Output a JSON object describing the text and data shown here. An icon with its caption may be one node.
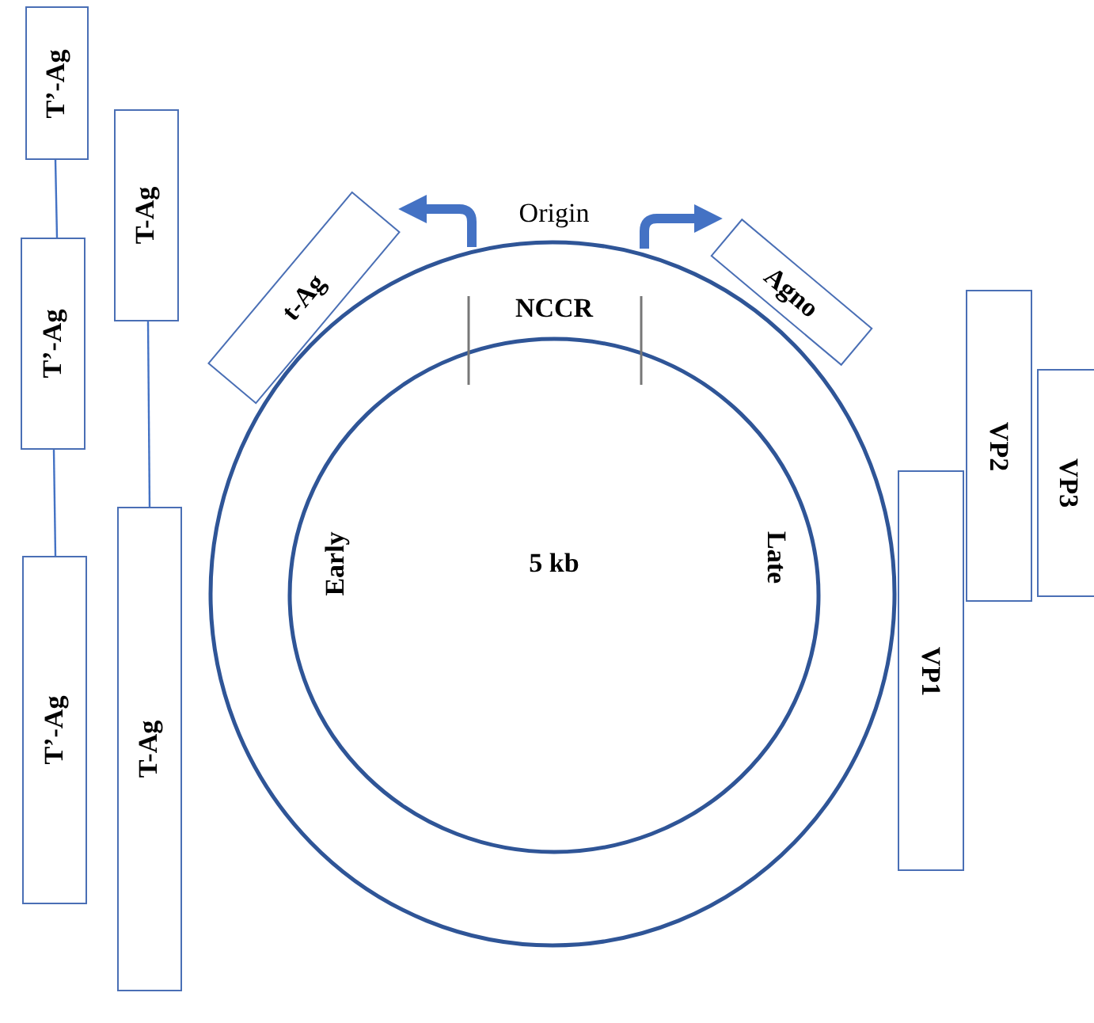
{
  "diagram": {
    "nodes": [
      {
        "text": [
          "T’-Ag"
        ]
      },
      {
        "text": [
          "T-Ag"
        ]
      },
      {
        "text": [
          "t-Ag"
        ]
      },
      {
        "text": [
          "Agno"
        ]
      },
      {
        "text": [
          "T’-Ag"
        ]
      },
      {
        "text": [
          "VP2"
        ]
      },
      {
        "text": [
          "VP3"
        ]
      },
      {
        "text": [
          "VP1"
        ]
      },
      {
        "text": [
          "T-Ag"
        ]
      },
      {
        "text": [
          "T’-Ag"
        ]
      }
    ],
    "edges": [
      {
        "from": 0,
        "to": 4,
        "arrow": "none"
      },
      {
        "from": 4,
        "to": 9,
        "arrow": "none"
      },
      {
        "from": 1,
        "to": 8,
        "arrow": "none"
      }
    ],
    "labels": [
      "Origin",
      "NCCR",
      "Early",
      "5 kb",
      "Late"
    ]
  }
}
